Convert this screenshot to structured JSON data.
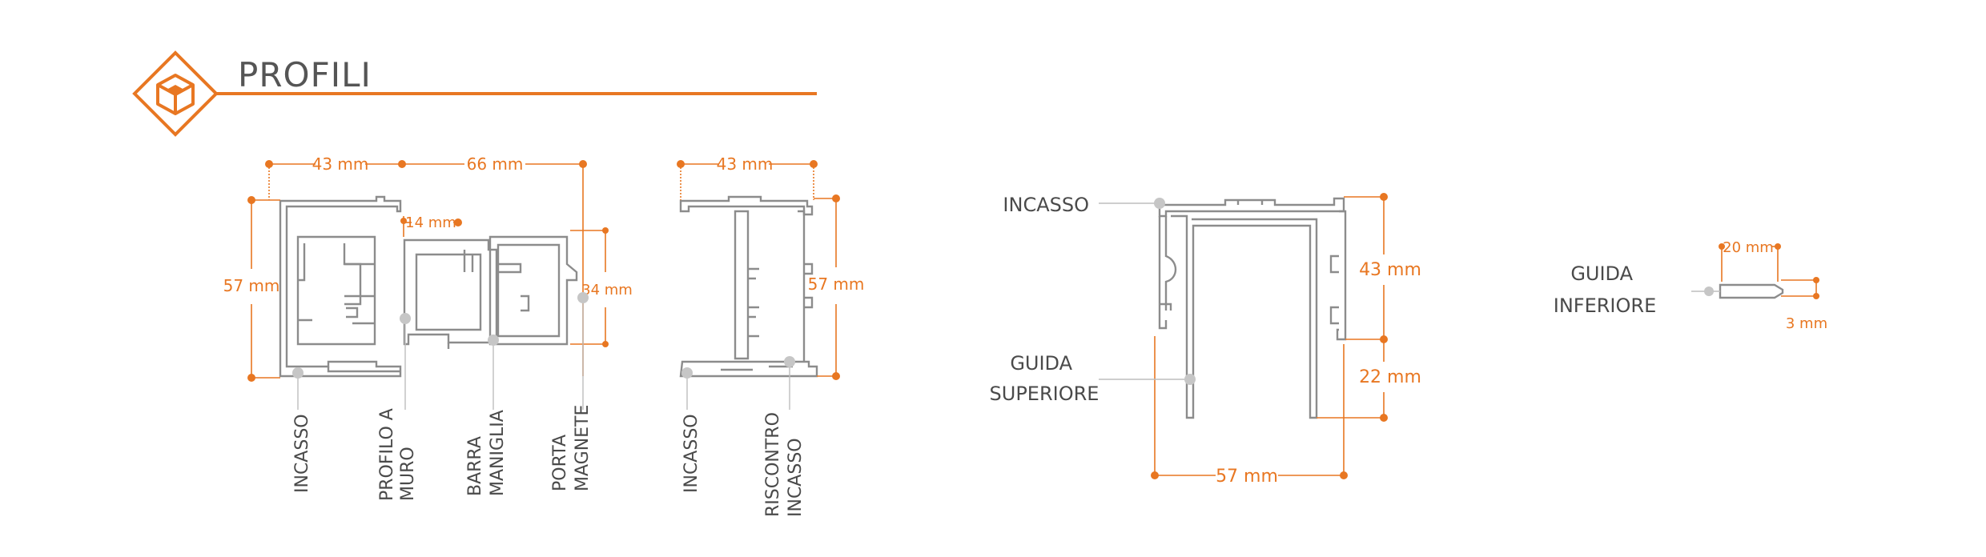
{
  "header": {
    "title": "PROFILI",
    "accent_color": "#e87722",
    "icon": "cube-icon"
  },
  "figure_a": {
    "dims": {
      "width_left": "43 mm",
      "width_right": "66 mm",
      "height": "57 mm",
      "gap": "14 mm",
      "inner_height": "34 mm"
    },
    "labels": {
      "incasso": "INCASSO",
      "profilo_a_muro": [
        "PROFILO A",
        "MURO"
      ],
      "barra_maniglia": [
        "BARRA",
        "MANIGLIA"
      ],
      "porta_magnete": [
        "PORTA",
        "MAGNETE"
      ]
    }
  },
  "figure_b": {
    "dims": {
      "width": "43 mm",
      "height": "57 mm"
    },
    "labels": {
      "incasso": "INCASSO",
      "riscontro_incasso": [
        "RISCONTRO",
        "INCASSO"
      ]
    }
  },
  "figure_c": {
    "dims": {
      "upper": "43 mm",
      "lower": "22 mm",
      "width": "57 mm"
    },
    "labels": {
      "incasso": "INCASSO",
      "guida_superiore": [
        "GUIDA",
        "SUPERIORE"
      ]
    }
  },
  "figure_d": {
    "dims": {
      "width": "20 mm",
      "thickness": "3 mm"
    },
    "labels": {
      "guida_inferiore": [
        "GUIDA",
        "INFERIORE"
      ]
    }
  },
  "colors": {
    "accent": "#e87722",
    "profile_stroke": "#8c8c8c",
    "leader": "#bdbdbd",
    "text": "#4a4a4a"
  }
}
